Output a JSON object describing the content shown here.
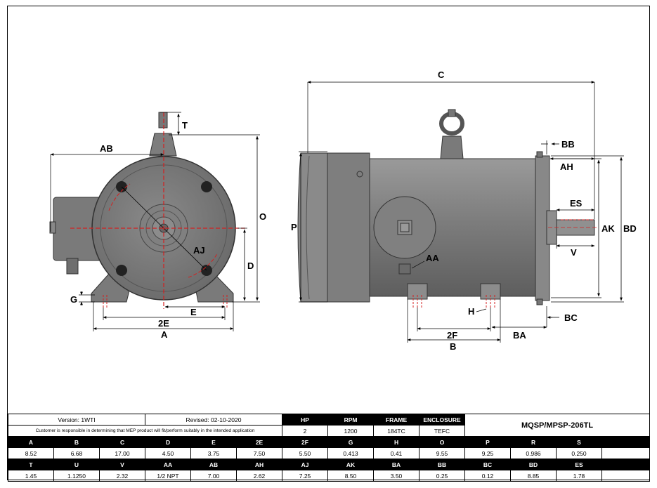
{
  "title_block": {
    "version": "Version: 1WTI",
    "revised": "Revised: 02-10-2020",
    "disclaimer": "Customer is responsible in determining that MEP product will fit/perform suitably in the intended application",
    "model": "MQSP/MPSP-206TL",
    "summary_headers": [
      "HP",
      "RPM",
      "FRAME",
      "ENCLOSURE"
    ],
    "summary_values": [
      "2",
      "1200",
      "184TC",
      "TEFC"
    ]
  },
  "dims_row1_headers": [
    "A",
    "B",
    "C",
    "D",
    "E",
    "2E",
    "2F",
    "G",
    "H",
    "O",
    "P",
    "R",
    "S",
    ""
  ],
  "dims_row1_values": [
    "8.52",
    "6.68",
    "17.00",
    "4.50",
    "3.75",
    "7.50",
    "5.50",
    "0.413",
    "0.41",
    "9.55",
    "9.25",
    "0.986",
    "0.250",
    ""
  ],
  "dims_row2_headers": [
    "T",
    "U",
    "V",
    "AA",
    "AB",
    "AH",
    "AJ",
    "AK",
    "BA",
    "BB",
    "BC",
    "BD",
    "ES",
    ""
  ],
  "dims_row2_values": [
    "1.45",
    "1.1250",
    "2.32",
    "1/2 NPT",
    "7.00",
    "2.62",
    "7.25",
    "8.50",
    "3.50",
    "0.25",
    "0.12",
    "8.85",
    "1.78",
    ""
  ],
  "drawing_labels": {
    "front": {
      "T": "T",
      "AB": "AB",
      "O": "O",
      "AJ": "AJ",
      "D": "D",
      "G": "G",
      "E": "E",
      "2E": "2E",
      "A": "A"
    },
    "side": {
      "C": "C",
      "BB": "BB",
      "AH": "AH",
      "ES": "ES",
      "P": "P",
      "AK": "AK",
      "BD": "BD",
      "V": "V",
      "AA": "AA",
      "H": "H",
      "BC": "BC",
      "2F": "2F",
      "BA": "BA",
      "B": "B"
    }
  }
}
